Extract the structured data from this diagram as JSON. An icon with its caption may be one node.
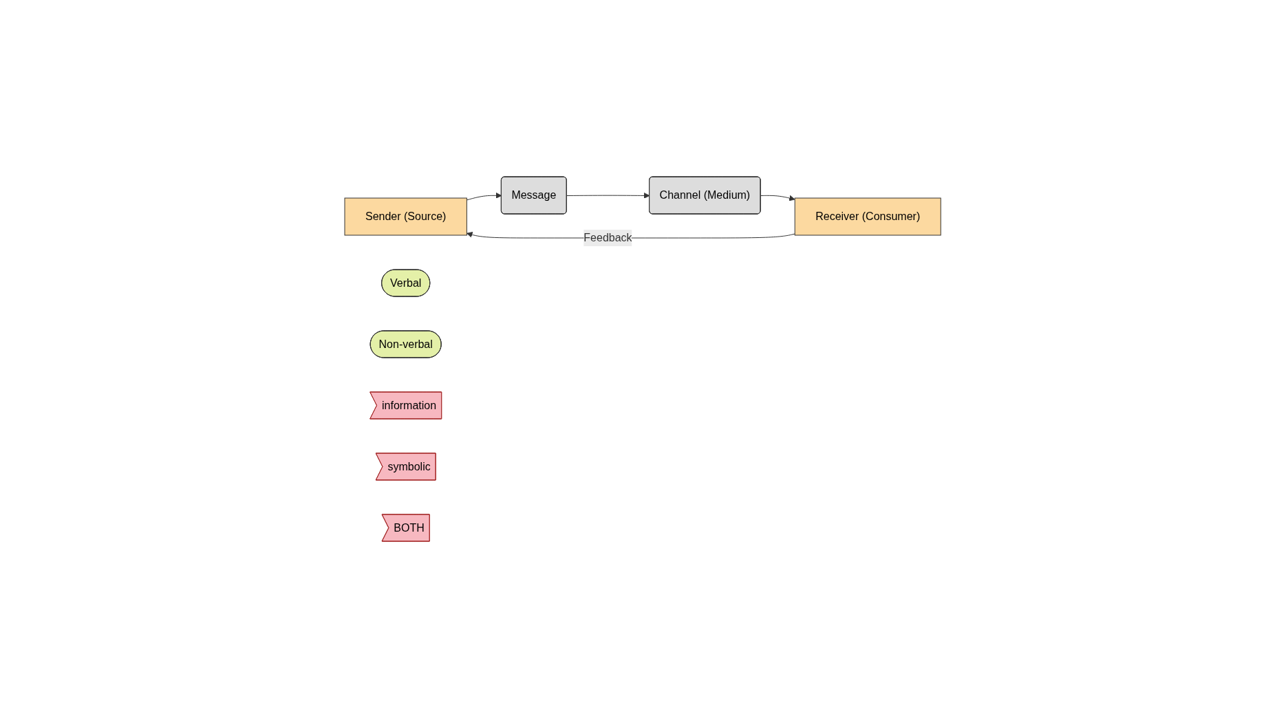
{
  "diagram": {
    "nodes": [
      {
        "text": [
          "Sender (Source)"
        ]
      },
      {
        "text": [
          "Message"
        ]
      },
      {
        "text": [
          "Channel (Medium)"
        ]
      },
      {
        "text": [
          "Receiver (Consumer)"
        ]
      },
      {
        "text": [
          "Verbal"
        ]
      },
      {
        "text": [
          "Non-verbal"
        ]
      },
      {
        "text": [
          "information"
        ]
      },
      {
        "text": [
          "symbolic"
        ]
      },
      {
        "text": [
          "BOTH"
        ]
      }
    ],
    "edges": [
      {
        "from": 0,
        "to": 1,
        "arrow": "to"
      },
      {
        "from": 1,
        "to": 2,
        "arrow": "to"
      },
      {
        "from": 2,
        "to": 3,
        "arrow": "to"
      },
      {
        "from": 3,
        "to": 0,
        "arrow": "to",
        "label": "Feedback"
      }
    ]
  }
}
